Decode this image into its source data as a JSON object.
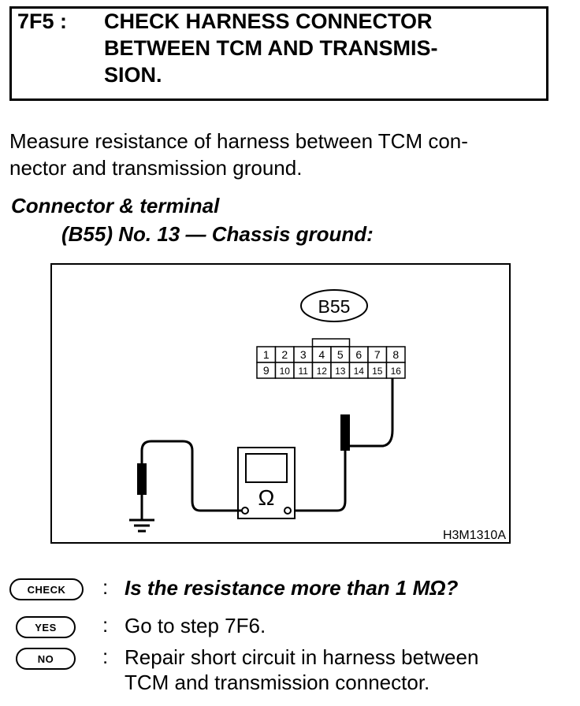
{
  "header": {
    "step_no": "7F5 :",
    "title": "CHECK HARNESS CONNECTOR\nBETWEEN TCM AND TRANSMIS-\nSION."
  },
  "intro": "Measure resistance of harness between TCM con-\nnector and transmission ground.",
  "connector": {
    "heading": "Connector & terminal",
    "detail": "(B55) No. 13 — Chassis ground:"
  },
  "figure": {
    "connector_label": "B55",
    "pins_top": [
      "1",
      "2",
      "3",
      "4",
      "5",
      "6",
      "7",
      "8"
    ],
    "pins_bottom": [
      "9",
      "10",
      "11",
      "12",
      "13",
      "14",
      "15",
      "16"
    ],
    "meter_symbol": "Ω",
    "code": "H3M1310A"
  },
  "qa": [
    {
      "badge": "CHECK",
      "colon": ":",
      "text": "Is the resistance more than 1 MΩ?"
    },
    {
      "badge": "YES",
      "colon": ":",
      "text": "Go to step 7F6."
    },
    {
      "badge": "NO",
      "colon": ":",
      "text": "Repair short circuit in harness between\nTCM and transmission connector."
    }
  ]
}
